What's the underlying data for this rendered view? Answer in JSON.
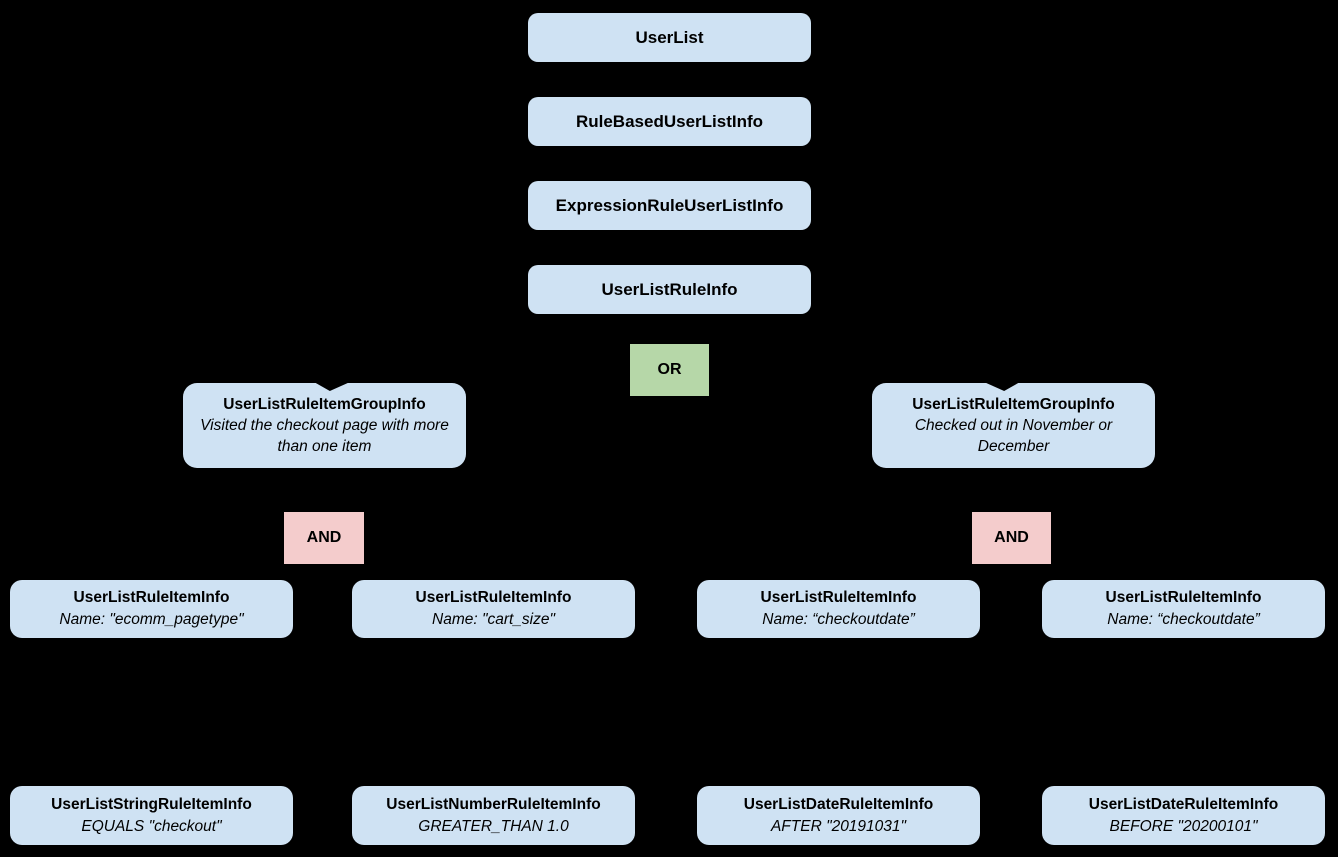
{
  "diagram": {
    "background_color": "#000000",
    "colors": {
      "node_fill": "#cfe2f3",
      "or_fill": "#b6d7a8",
      "and_fill": "#f4cccc",
      "text": "#000000"
    },
    "chain": [
      {
        "label": "UserList"
      },
      {
        "label": "RuleBasedUserListInfo"
      },
      {
        "label": "ExpressionRuleUserListInfo"
      },
      {
        "label": "UserListRuleInfo"
      }
    ],
    "or_operator": {
      "label": "OR"
    },
    "groups": [
      {
        "title": "UserListRuleItemGroupInfo",
        "description": "Visited the checkout page with more than one item",
        "and_label": "AND"
      },
      {
        "title": "UserListRuleItemGroupInfo",
        "description": "Checked out in November or December",
        "and_label": "AND"
      }
    ],
    "rule_items": [
      {
        "title": "UserListRuleItemInfo",
        "subtitle": "Name: \"ecomm_pagetype\""
      },
      {
        "title": "UserListRuleItemInfo",
        "subtitle": "Name: \"cart_size\""
      },
      {
        "title": "UserListRuleItemInfo",
        "subtitle": "Name: “checkoutdate”"
      },
      {
        "title": "UserListRuleItemInfo",
        "subtitle": "Name: “checkoutdate”"
      }
    ],
    "operands": [
      {
        "title": "UserListStringRuleItemInfo",
        "subtitle": "EQUALS \"checkout\""
      },
      {
        "title": "UserListNumberRuleItemInfo",
        "subtitle": "GREATER_THAN 1.0"
      },
      {
        "title": "UserListDateRuleItemInfo",
        "subtitle": "AFTER \"20191031\""
      },
      {
        "title": "UserListDateRuleItemInfo",
        "subtitle": "BEFORE \"20200101\""
      }
    ]
  }
}
